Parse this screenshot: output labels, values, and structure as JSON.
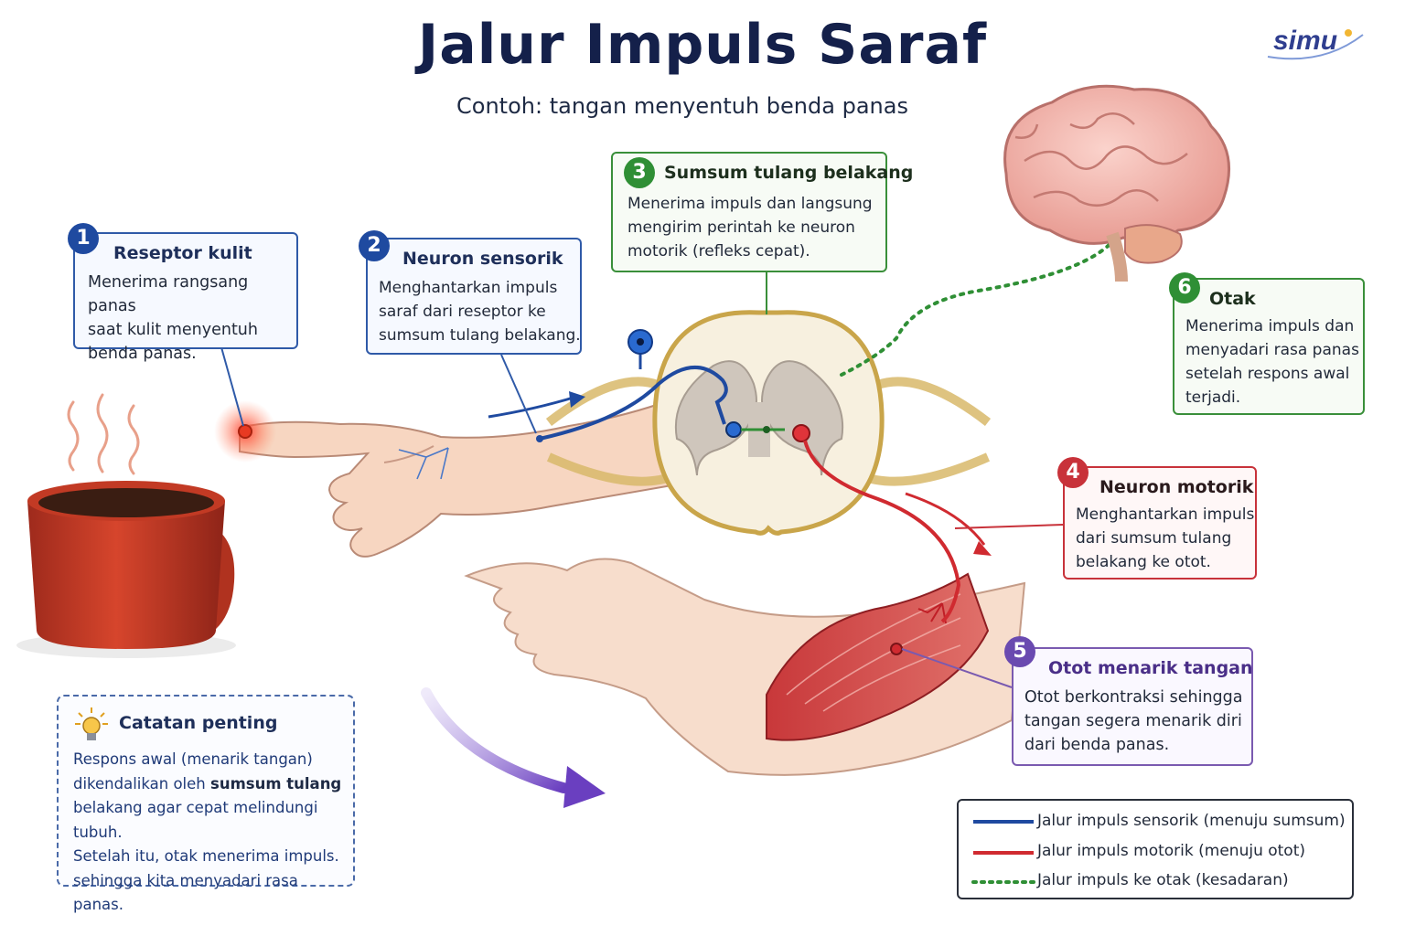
{
  "header": {
    "title": "Jalur Impuls Saraf",
    "subtitle": "Contoh: tangan menyentuh benda panas",
    "logo": "simu"
  },
  "steps": [
    {
      "number": "1",
      "title": "Reseptor kulit",
      "text": [
        "Menerima rangsang panas",
        "saat kulit menyentuh",
        "benda panas."
      ],
      "color": "#1f4aa0"
    },
    {
      "number": "2",
      "title": "Neuron sensorik",
      "text": [
        "Menghantarkan impuls",
        "saraf dari reseptor ke",
        "sumsum tulang belakang."
      ],
      "color": "#1f4aa0"
    },
    {
      "number": "3",
      "title": "Sumsum tulang belakang",
      "text": [
        "Menerima impuls dan langsung",
        "mengirim perintah ke neuron",
        "motorik (refleks cepat)."
      ],
      "color": "#2f8f35"
    },
    {
      "number": "4",
      "title": "Neuron motorik",
      "text": [
        "Menghantarkan impuls",
        "dari sumsum tulang",
        "belakang ke otot."
      ],
      "color": "#c8323a"
    },
    {
      "number": "5",
      "title": "Otot menarik tangan",
      "text": [
        "Otot berkontraksi sehingga",
        "tangan segera menarik diri",
        "dari benda panas."
      ],
      "color": "#6a4ab0"
    },
    {
      "number": "6",
      "title": "Otak",
      "text": [
        "Menerima impuls dan",
        "menyadari rasa panas",
        "setelah respons awal",
        "terjadi."
      ],
      "color": "#2f8f35"
    }
  ],
  "note": {
    "title": "Catatan penting",
    "lines": [
      [
        "Respons awal (menarik tangan)"
      ],
      [
        "dikendalikan oleh ",
        "sumsum tulang"
      ],
      [
        "belakang agar cepat melindungi tubuh."
      ],
      [
        "Setelah itu, otak menerima impuls."
      ],
      [
        "sehingga kita menyadari rasa panas."
      ]
    ]
  },
  "legend": [
    {
      "label": "Jalur impuls sensorik (menuju sumsum)",
      "color": "#1f4aa0",
      "style": "solid"
    },
    {
      "label": "Jalur impuls motorik (menuju otot)",
      "color": "#d02a30",
      "style": "solid"
    },
    {
      "label": "Jalur impuls ke otak (kesadaran)",
      "color": "#2f8f35",
      "style": "dotted"
    }
  ],
  "colors": {
    "sensory": "#1f4aa0",
    "motor": "#d02a30",
    "brain": "#2f8f35",
    "muscle_arrow": "#6a4ab0"
  },
  "icons": [
    "lightbulb-icon",
    "coffee-mug-icon",
    "brain-icon",
    "spinal-cord-icon",
    "hand-icon",
    "arm-icon"
  ]
}
